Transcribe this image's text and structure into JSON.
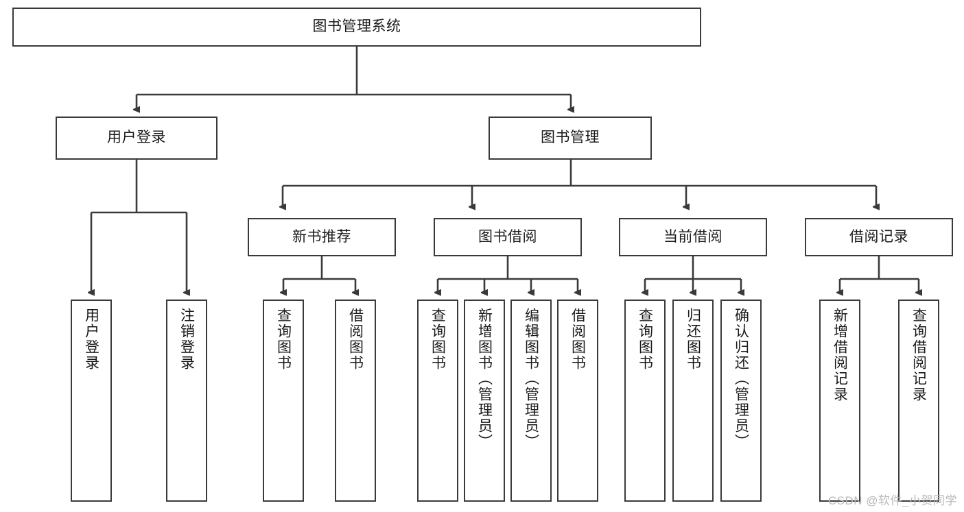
{
  "diagram": {
    "title_node": {
      "label": "图书管理系统"
    },
    "level2": [
      {
        "id": "user-login",
        "label": "用户登录"
      },
      {
        "id": "book-management",
        "label": "图书管理"
      }
    ],
    "level3": [
      {
        "id": "new-book-recommend",
        "label": "新书推荐"
      },
      {
        "id": "book-borrow",
        "label": "图书借阅"
      },
      {
        "id": "current-borrow",
        "label": "当前借阅"
      },
      {
        "id": "borrow-record",
        "label": "借阅记录"
      }
    ],
    "leaves": {
      "user_login": [
        {
          "id": "leaf-user-login",
          "label": "用户登录"
        },
        {
          "id": "leaf-logout-login",
          "label": "注销登录"
        }
      ],
      "new_book_recommend": [
        {
          "id": "leaf-query-book-1",
          "label": "查询图书"
        },
        {
          "id": "leaf-borrow-book-1",
          "label": "借阅图书"
        }
      ],
      "book_borrow": [
        {
          "id": "leaf-query-book-2",
          "label": "查询图书"
        },
        {
          "id": "leaf-add-book",
          "label": "新增图书（管理员）"
        },
        {
          "id": "leaf-edit-book",
          "label": "编辑图书（管理员）"
        },
        {
          "id": "leaf-borrow-book-2",
          "label": "借阅图书"
        }
      ],
      "current_borrow": [
        {
          "id": "leaf-query-book-3",
          "label": "查询图书"
        },
        {
          "id": "leaf-return-book",
          "label": "归还图书"
        },
        {
          "id": "leaf-confirm-return",
          "label": "确认归还（管理员）"
        }
      ],
      "borrow_record": [
        {
          "id": "leaf-add-record",
          "label": "新增借阅记录"
        },
        {
          "id": "leaf-query-record",
          "label": "查询借阅记录"
        }
      ]
    },
    "watermark": "CSDN @软件_小贺同学",
    "colors": {
      "stroke": "#3a3a3a",
      "fill": "#ffffff",
      "text": "#1a1a1a",
      "watermark": "#b9b9b9"
    }
  }
}
